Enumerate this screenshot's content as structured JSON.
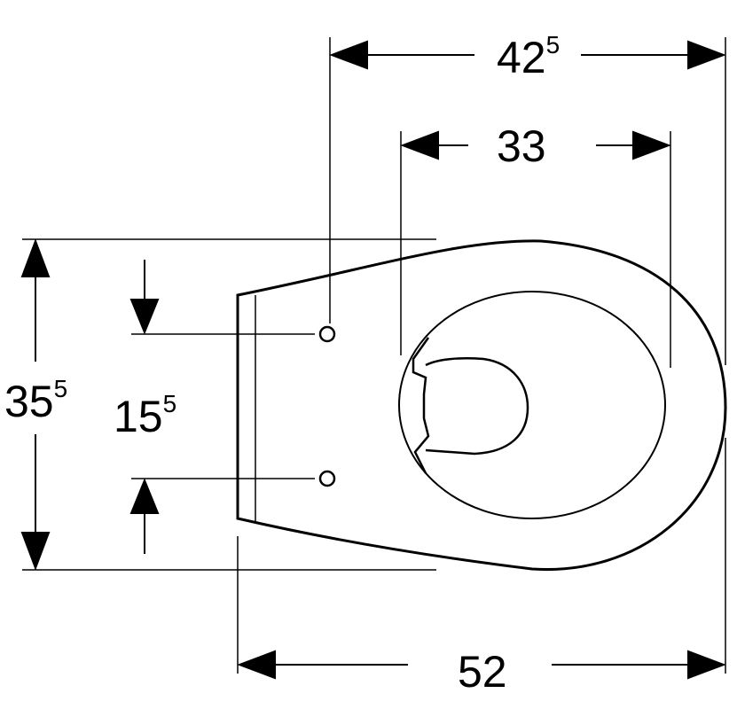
{
  "dimensions": {
    "top_width": {
      "main": "42",
      "sup": "5"
    },
    "seat_width": {
      "main": "33",
      "sup": ""
    },
    "total_length": {
      "main": "52",
      "sup": ""
    },
    "total_height": {
      "main": "35",
      "sup": "5"
    },
    "fixing_spacing": {
      "main": "15",
      "sup": "5"
    }
  },
  "colors": {
    "stroke": "#000000",
    "background": "#ffffff"
  }
}
